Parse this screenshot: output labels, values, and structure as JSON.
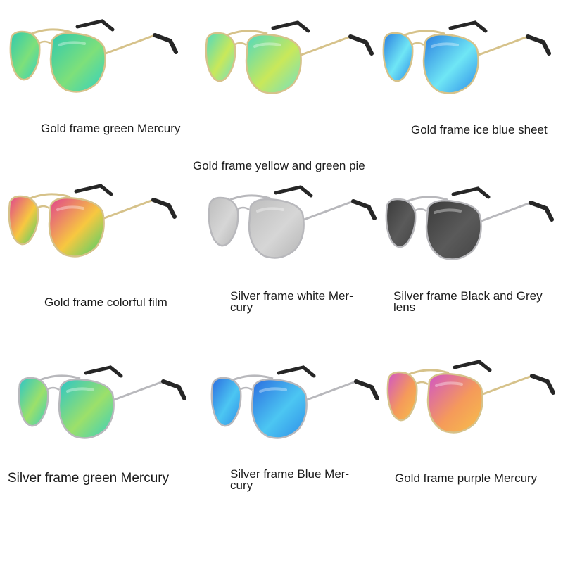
{
  "products": [
    {
      "label": "Gold frame green Mercury",
      "frame": "gold",
      "lens": [
        "#2ec9b0",
        "#7ee07a",
        "#2fd0c4"
      ]
    },
    {
      "label": "Gold frame yellow and green pie",
      "frame": "gold",
      "lens": [
        "#4fd9c0",
        "#c9e85a",
        "#6de0c8"
      ]
    },
    {
      "label": "Gold frame ice blue sheet",
      "frame": "gold",
      "lens": [
        "#2a7de0",
        "#6fe6f5",
        "#2b8ae8"
      ]
    },
    {
      "label": "Gold frame colorful film",
      "frame": "gold",
      "lens": [
        "#e04090",
        "#f7c840",
        "#3fd070"
      ]
    },
    {
      "label": "Silver frame white Mer-cury",
      "frame": "silver",
      "lens": [
        "#bdbdbd",
        "#d6d6d6",
        "#b5b5b5"
      ]
    },
    {
      "label": "Silver frame Black and Grey lens",
      "frame": "silver",
      "lens": [
        "#3a3a3a",
        "#5a5a5a",
        "#454545"
      ]
    },
    {
      "label": "Silver frame green Mercury",
      "frame": "silver",
      "lens": [
        "#2bc6c8",
        "#9ce06a",
        "#36cfc0"
      ]
    },
    {
      "label": "Silver frame Blue Mer-cury",
      "frame": "silver",
      "lens": [
        "#2a6ce0",
        "#4cc6f2",
        "#2e8de8"
      ]
    },
    {
      "label": "Gold frame purple Mercury",
      "frame": "gold",
      "lens": [
        "#d054c8",
        "#f59a5a",
        "#f6c04a"
      ]
    }
  ],
  "colors": {
    "gold": "#d6c28a",
    "silver": "#b8b8bc",
    "temple_tip": "#262626",
    "text": "#1a1a1a"
  }
}
